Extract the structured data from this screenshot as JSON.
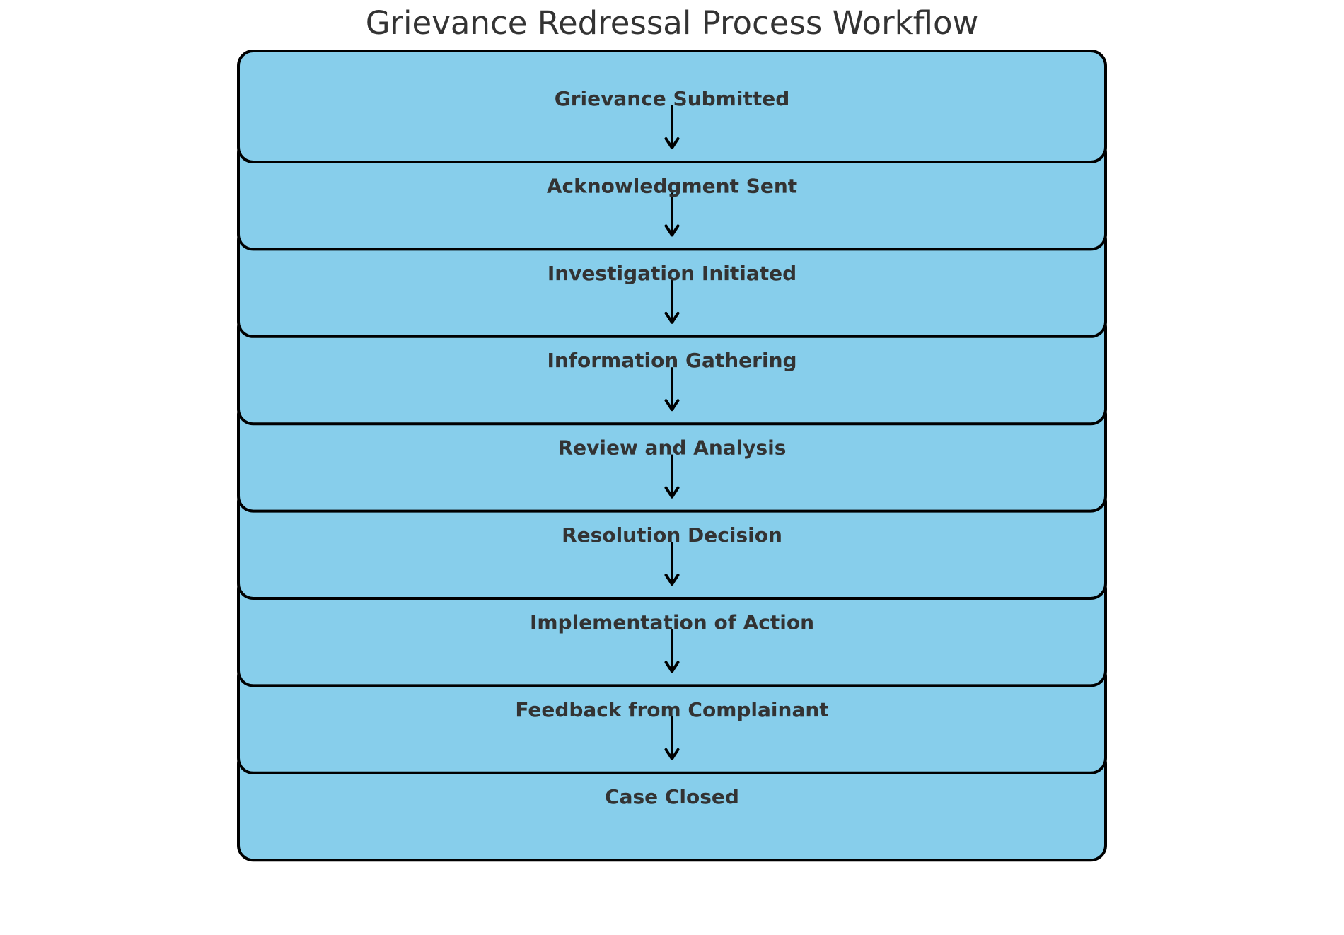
{
  "title": "Grievance Redressal Process Workflow",
  "steps": [
    {
      "label": "Grievance Submitted"
    },
    {
      "label": "Acknowledgment Sent"
    },
    {
      "label": "Investigation Initiated"
    },
    {
      "label": "Information Gathering"
    },
    {
      "label": "Review and Analysis"
    },
    {
      "label": "Resolution Decision"
    },
    {
      "label": "Implementation of Action"
    },
    {
      "label": "Feedback from Complainant"
    },
    {
      "label": "Case Closed"
    }
  ],
  "colors": {
    "background": "#ffffff",
    "box_fill": "#87CEEB",
    "box_edge": "#000000",
    "arrow": "#000000",
    "label_text": "#333333",
    "title_text": "#333333"
  }
}
